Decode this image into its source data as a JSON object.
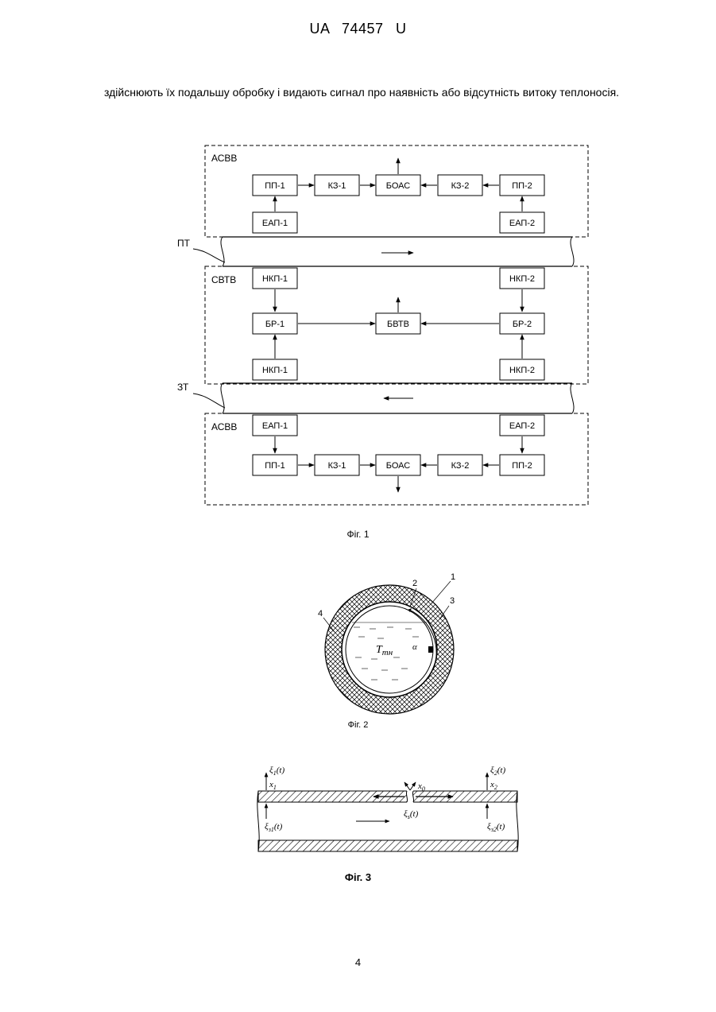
{
  "header": {
    "text": "UA   74457   U"
  },
  "paragraph": "здійснюють їх подальшу обробку і видають сигнал про наявність або відсутність витоку теплоносія.",
  "fig1": {
    "caption": "Фіг. 1",
    "top_group_label": "АСВВ",
    "middle_group_label": "СВТВ",
    "bottom_group_label": "АСВВ",
    "pipe_top_label": "ПТ",
    "pipe_bottom_label": "ЗТ",
    "top_row": [
      "ПП-1",
      "КЗ-1",
      "БОАС",
      "КЗ-2",
      "ПП-2"
    ],
    "top_sensors": [
      "ЕАП-1",
      "ЕАП-2"
    ],
    "mid_top_sensors": [
      "НКП-1",
      "НКП-2"
    ],
    "mid_row": [
      "БР-1",
      "БВТВ",
      "БР-2"
    ],
    "mid_bottom_sensors": [
      "НКП-1",
      "НКП-2"
    ],
    "bottom_sensors": [
      "ЕАП-1",
      "ЕАП-2"
    ],
    "bottom_row": [
      "ПП-1",
      "КЗ-1",
      "БОАС",
      "КЗ-2",
      "ПП-2"
    ]
  },
  "fig2": {
    "caption": "Фіг. 2",
    "label_1": "1",
    "label_2": "2",
    "label_3": "3",
    "label_4": "4",
    "temp_main": "T",
    "temp_sub": "тн",
    "alpha": "α"
  },
  "fig3": {
    "caption": "Фіг. 3",
    "xi1": "ξ",
    "xi1_sub": "1",
    "xi1_arg": "(t)",
    "x1": "x",
    "x1_sub": "1",
    "xi2": "ξ",
    "xi2_sub": "2",
    "xi2_arg": "(t)",
    "x2": "x",
    "x2_sub": "2",
    "x0": "x",
    "x0_sub": "0",
    "xis": "ξ",
    "xis_sub": "s",
    "xis_arg": "(t)",
    "xiz1": "ξ",
    "xiz1_sub": "з1",
    "xiz1_arg": "(t)",
    "xiz2": "ξ",
    "xiz2_sub": "з2",
    "xiz2_arg": "(t)"
  },
  "page_number": "4"
}
